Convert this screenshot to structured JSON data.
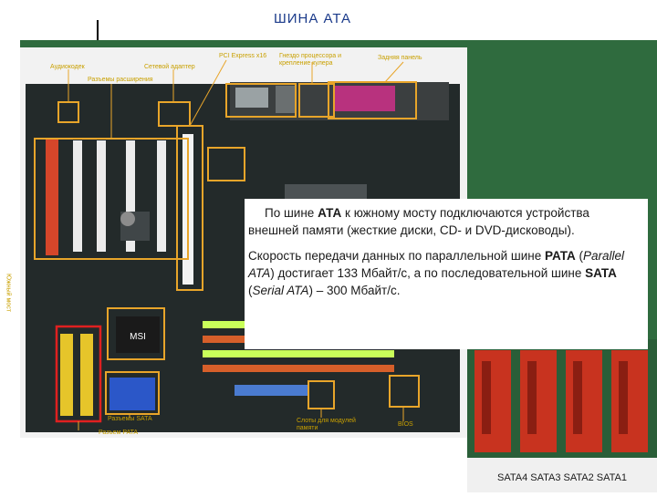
{
  "slide": {
    "title": "ШИНА АТА",
    "left_vertical_label": "Южный мост"
  },
  "callouts": {
    "audio_codec": "Аудиокодек",
    "network_adapter": "Сетевой адаптер",
    "pci_express": "PCI Express x16",
    "cpu_socket": "Гнездо процессора и крепление кулера",
    "back_panel": "Задняя панель",
    "expansion_slots": "Разъемы расширения",
    "sata_connectors": "Разъемы SATA",
    "pata_connector": "Разъем PATA",
    "memory_slots": "Слоты для модулей памяти",
    "bios": "BIOS"
  },
  "chip_labels": {
    "msi": "MSI",
    "sata_marks": "SATA4 SATA3 SATA2 SATA1"
  },
  "textbox": {
    "p1_a": "По шине ",
    "p1_b": "АТА",
    "p1_c": " к южному мосту подключаются устройства внешней памяти (жесткие диски, CD- и DVD-дисководы).",
    "p2_a": "Скорость передачи данных по параллельной шине ",
    "p2_b": "PATA",
    "p2_c": " (",
    "p2_d": "Parallel ATA",
    "p2_e": ") достигает 133 Мбайт/с, а по последовательной шине ",
    "p2_f": "SATA",
    "p2_g": " (",
    "p2_h": "Serial ATA",
    "p2_i": ") – 300 Мбайт/с."
  },
  "colors": {
    "highlight": "#e8a52a",
    "red_highlight": "#e02020",
    "pcb": "#232a2a",
    "slide_green": "#2f6b3e"
  }
}
